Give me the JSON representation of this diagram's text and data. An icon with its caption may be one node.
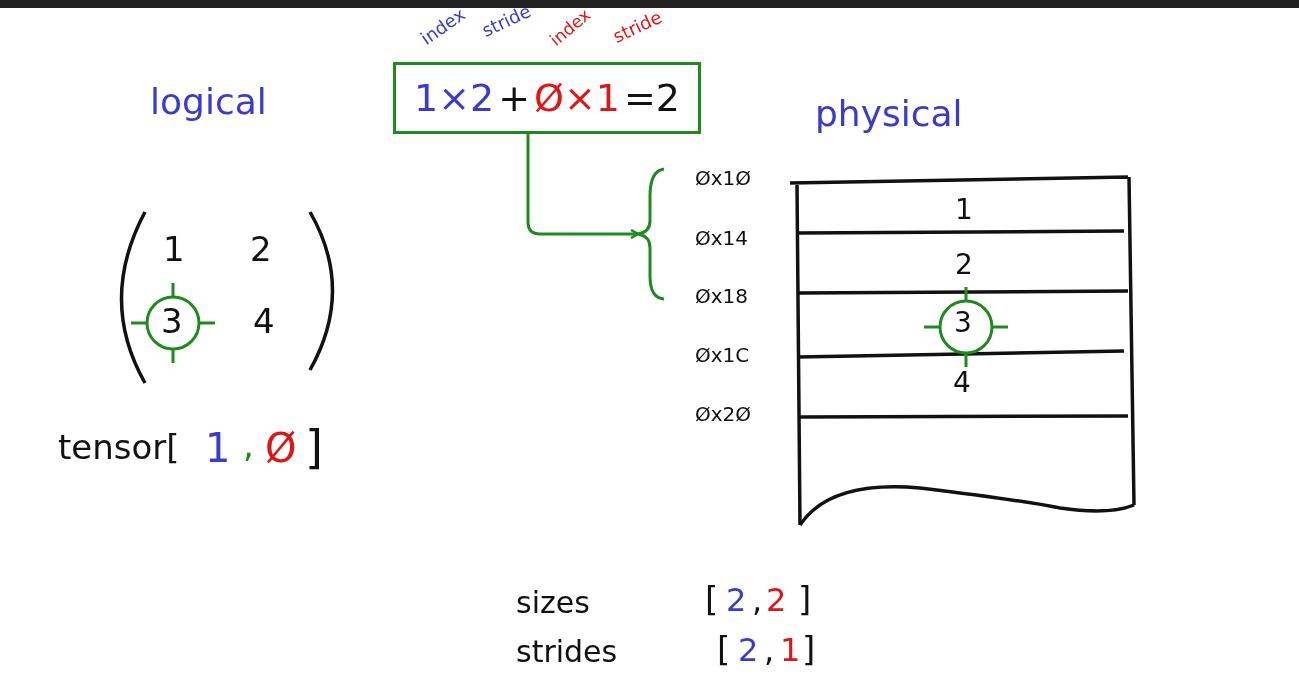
{
  "diagram": {
    "nodes": [
      {
        "text": [
          "1×2",
          "+",
          "Ø×1",
          "=2"
        ]
      },
      {
        "text": [],
        "shape": "brace"
      }
    ],
    "edges": [
      {
        "from": 0,
        "to": 1,
        "arrow": "to",
        "color": "#1f8a1f"
      }
    ],
    "labels": [
      "index",
      "stride",
      "index",
      "stride",
      "logical",
      "physical",
      "1",
      "2",
      "3",
      "4",
      "tensor[",
      "1",
      ",",
      "Ø",
      "]",
      "Øx1Ø",
      "Øx14",
      "Øx18",
      "Øx1C",
      "Øx2Ø",
      "1",
      "2",
      "3",
      "4",
      "sizes",
      "[",
      "2",
      ",",
      "2",
      "]",
      "strides",
      "[",
      "2",
      ",",
      "1",
      "]"
    ]
  }
}
